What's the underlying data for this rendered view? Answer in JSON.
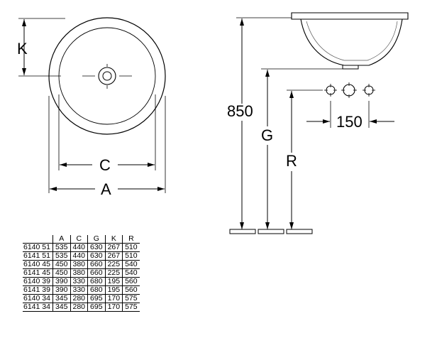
{
  "labels": {
    "k": "K",
    "c": "C",
    "a": "A",
    "height": "850",
    "g": "G",
    "r": "R",
    "spacing": "150"
  },
  "table": {
    "headers": [
      "",
      "A",
      "C",
      "G",
      "K",
      "R"
    ],
    "rows": [
      [
        "6140 51",
        "535",
        "440",
        "630",
        "267",
        "510"
      ],
      [
        "6141 51",
        "535",
        "440",
        "630",
        "267",
        "510"
      ],
      [
        "6140 45",
        "450",
        "380",
        "660",
        "225",
        "540"
      ],
      [
        "6141 45",
        "450",
        "380",
        "660",
        "225",
        "540"
      ],
      [
        "6140 39",
        "390",
        "330",
        "680",
        "195",
        "560"
      ],
      [
        "6141 39",
        "390",
        "330",
        "680",
        "195",
        "560"
      ],
      [
        "6140 34",
        "345",
        "280",
        "695",
        "170",
        "575"
      ],
      [
        "6141 34",
        "345",
        "280",
        "695",
        "170",
        "575"
      ]
    ]
  }
}
